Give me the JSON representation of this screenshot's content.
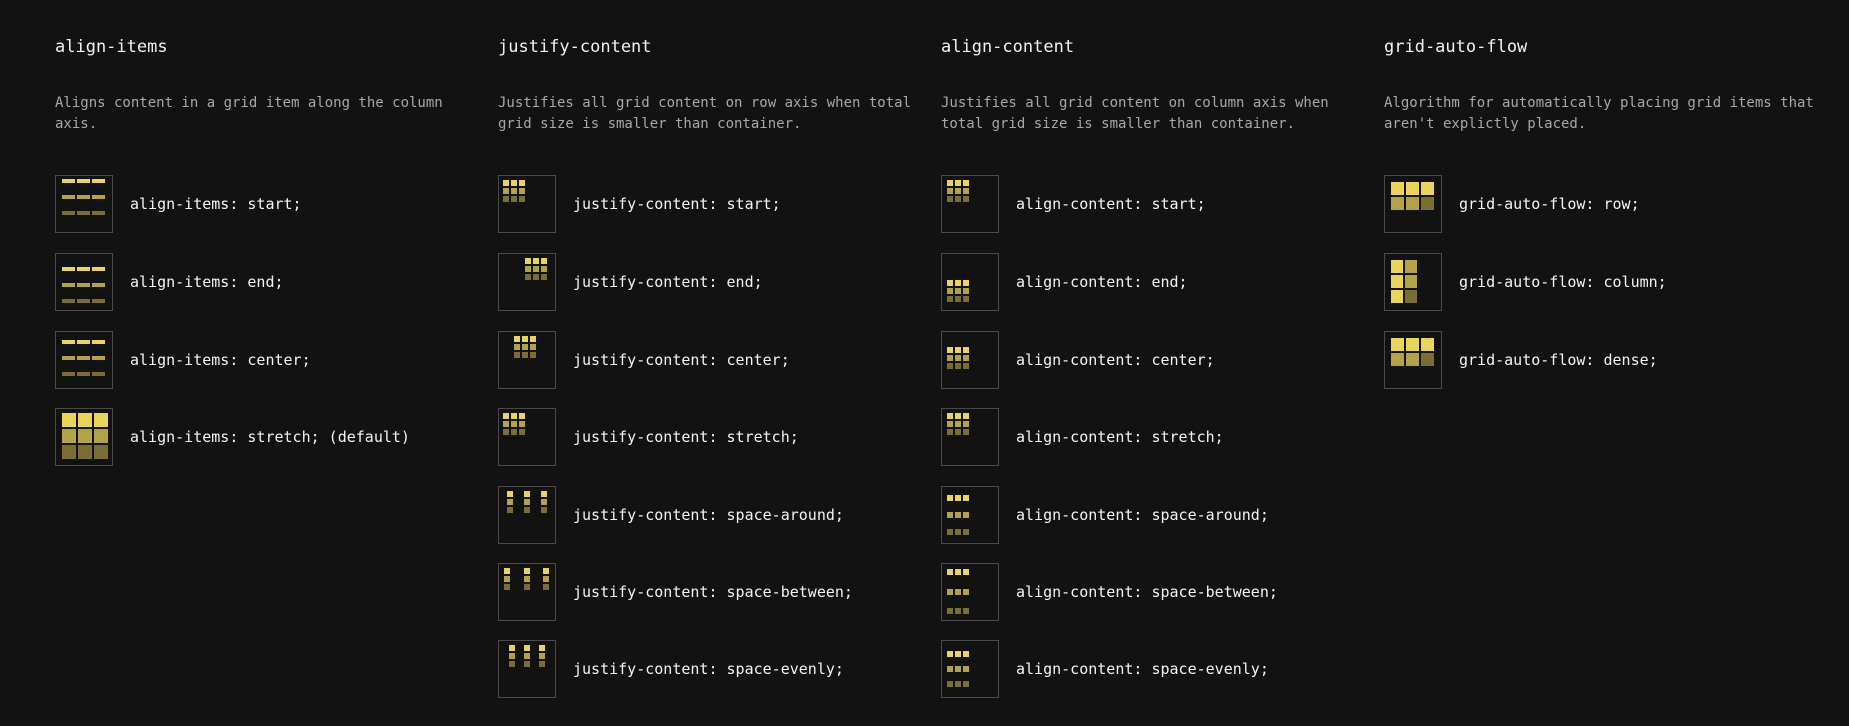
{
  "colors": {
    "background": "#121212",
    "tile_light": "#e9d45e",
    "tile_mid": "#b3a24a",
    "tile_dark": "#7a6e34",
    "thumb_border": "#4a4a4a"
  },
  "sections": [
    {
      "key": "align-items",
      "title": "align-items",
      "description": "Aligns content in a grid item along the column axis.",
      "options": [
        {
          "label": "align-items: start;",
          "icon": "align-items-start-icon"
        },
        {
          "label": "align-items: end;",
          "icon": "align-items-end-icon"
        },
        {
          "label": "align-items: center;",
          "icon": "align-items-center-icon"
        },
        {
          "label": "align-items: stretch; (default)",
          "icon": "align-items-stretch-icon"
        }
      ]
    },
    {
      "key": "justify-content",
      "title": "justify-content",
      "description": "Justifies all grid content on row axis when total grid size is smaller than container.",
      "options": [
        {
          "label": "justify-content: start;",
          "icon": "justify-content-start-icon"
        },
        {
          "label": "justify-content: end;",
          "icon": "justify-content-end-icon"
        },
        {
          "label": "justify-content: center;",
          "icon": "justify-content-center-icon"
        },
        {
          "label": "justify-content: stretch;",
          "icon": "justify-content-stretch-icon"
        },
        {
          "label": "justify-content: space-around;",
          "icon": "justify-content-space-around-icon"
        },
        {
          "label": "justify-content: space-between;",
          "icon": "justify-content-space-between-icon"
        },
        {
          "label": "justify-content: space-evenly;",
          "icon": "justify-content-space-evenly-icon"
        }
      ]
    },
    {
      "key": "align-content",
      "title": "align-content",
      "description": "Justifies all grid content on column axis when total grid size is smaller than container.",
      "options": [
        {
          "label": "align-content: start;",
          "icon": "align-content-start-icon"
        },
        {
          "label": "align-content: end;",
          "icon": "align-content-end-icon"
        },
        {
          "label": "align-content: center;",
          "icon": "align-content-center-icon"
        },
        {
          "label": "align-content: stretch;",
          "icon": "align-content-stretch-icon"
        },
        {
          "label": "align-content: space-around;",
          "icon": "align-content-space-around-icon"
        },
        {
          "label": "align-content: space-between;",
          "icon": "align-content-space-between-icon"
        },
        {
          "label": "align-content: space-evenly;",
          "icon": "align-content-space-evenly-icon"
        }
      ]
    },
    {
      "key": "grid-auto-flow",
      "title": "grid-auto-flow",
      "description": "Algorithm for automatically placing grid items that aren't explictly placed.",
      "options": [
        {
          "label": "grid-auto-flow: row;",
          "icon": "grid-auto-flow-row-icon"
        },
        {
          "label": "grid-auto-flow: column;",
          "icon": "grid-auto-flow-column-icon"
        },
        {
          "label": "grid-auto-flow: dense;",
          "icon": "grid-auto-flow-dense-icon"
        }
      ]
    }
  ]
}
